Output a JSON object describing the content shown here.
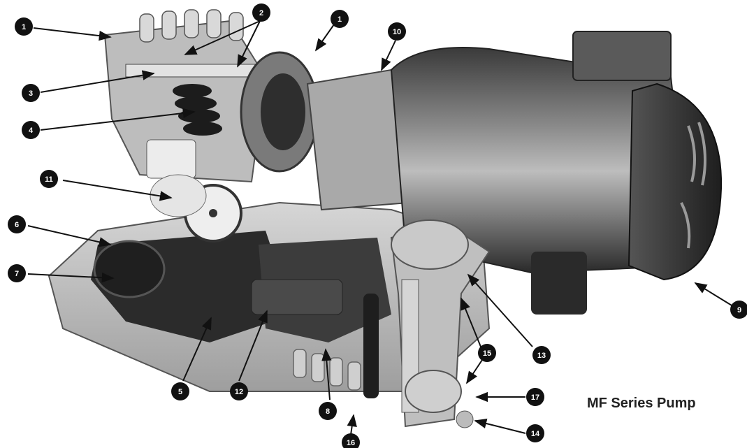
{
  "caption": "MF Series Pump",
  "callouts": [
    {
      "id": "c1a",
      "label": "1"
    },
    {
      "id": "c1b",
      "label": "1"
    },
    {
      "id": "c2",
      "label": "2"
    },
    {
      "id": "c3",
      "label": "3"
    },
    {
      "id": "c4",
      "label": "4"
    },
    {
      "id": "c5",
      "label": "5"
    },
    {
      "id": "c6",
      "label": "6"
    },
    {
      "id": "c7",
      "label": "7"
    },
    {
      "id": "c8",
      "label": "8"
    },
    {
      "id": "c9",
      "label": "9"
    },
    {
      "id": "c10",
      "label": "10"
    },
    {
      "id": "c11",
      "label": "11"
    },
    {
      "id": "c12",
      "label": "12"
    },
    {
      "id": "c13",
      "label": "13"
    },
    {
      "id": "c14",
      "label": "14"
    },
    {
      "id": "c15",
      "label": "15"
    },
    {
      "id": "c16",
      "label": "16"
    },
    {
      "id": "c17",
      "label": "17"
    }
  ],
  "colors": {
    "callout_fill": "#111111",
    "arrow": "#111111"
  }
}
